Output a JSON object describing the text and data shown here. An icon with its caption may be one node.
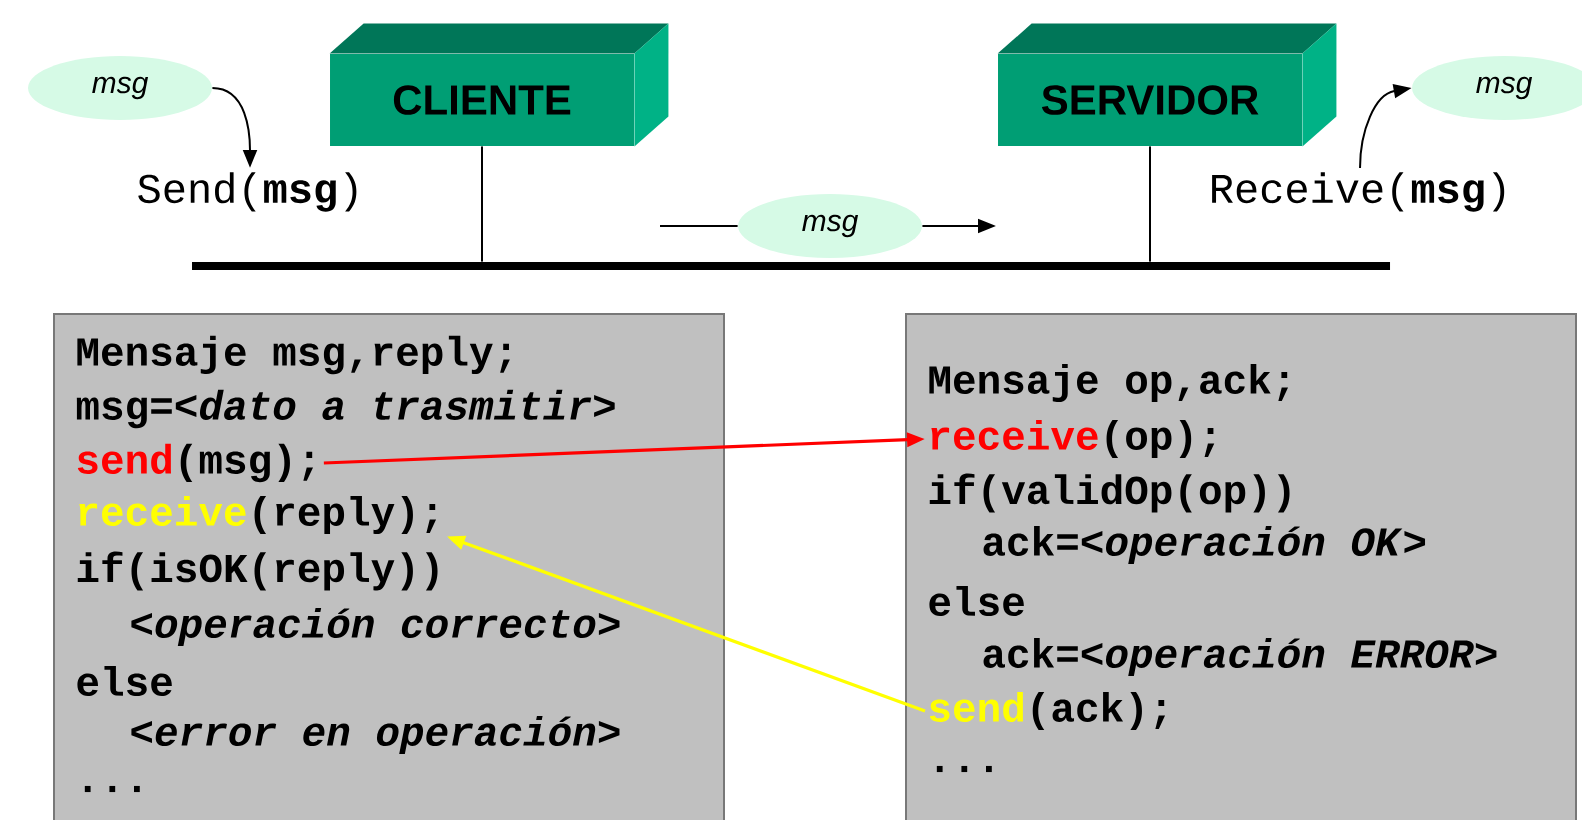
{
  "diagram": {
    "nodes": [
      {
        "text": [
          "msg"
        ]
      },
      {
        "text": [
          "CLIENTE"
        ]
      },
      {
        "text": [
          "SERVIDOR"
        ]
      },
      {
        "text": [
          "msg"
        ]
      },
      {
        "text": [
          "Send(**msg**)"
        ]
      },
      {
        "text": [
          "Receive(**msg**)"
        ]
      },
      {
        "text": [
          "msg"
        ]
      },
      {
        "text": [],
        "shape": "bar"
      },
      {
        "text": [],
        "shape": "box"
      },
      {
        "text": [
          "Mensaje msg,reply;"
        ],
        "in": 8
      },
      {
        "text": [
          "msg=<*dato a trasmitir*>"
        ],
        "in": 8
      },
      {
        "text": [
          "send",
          "(msg);"
        ],
        "in": 8
      },
      {
        "text": [
          "receive",
          "(reply);"
        ],
        "in": 8
      },
      {
        "text": [
          "if(isOK(reply))"
        ],
        "in": 8
      },
      {
        "text": [
          "<*operación correcto*>"
        ],
        "in": 8
      },
      {
        "text": [
          "else"
        ],
        "in": 8
      },
      {
        "text": [
          "<*error en operación*>"
        ],
        "in": 8
      },
      {
        "text": [
          "..."
        ],
        "in": 8
      },
      {
        "text": [],
        "shape": "box"
      },
      {
        "text": [
          "Mensaje op,ack;"
        ],
        "in": 18
      },
      {
        "text": [
          "receive",
          "(op);"
        ],
        "in": 18
      },
      {
        "text": [
          "if(validOp(op))"
        ],
        "in": 18
      },
      {
        "text": [
          "ack=<*operación OK*>"
        ],
        "in": 18
      },
      {
        "text": [
          "else"
        ],
        "in": 18
      },
      {
        "text": [
          "ack=<*operación ERROR*>"
        ],
        "in": 18
      },
      {
        "text": [
          "send",
          "(ack);"
        ],
        "in": 18
      },
      {
        "text": [
          "..."
        ],
        "in": 18
      }
    ],
    "edges": [
      {
        "from": 0,
        "to": 4,
        "arrow": "to"
      },
      {
        "from": 5,
        "to": 3,
        "arrow": "to"
      },
      {
        "from": null,
        "to": 6,
        "arrow": "none"
      },
      {
        "from": 6,
        "to": null,
        "arrow": "to"
      },
      {
        "from": 1,
        "to": 7,
        "arrow": "none"
      },
      {
        "from": 2,
        "to": 7,
        "arrow": "none"
      },
      {
        "from": 11,
        "to": 20,
        "arrow": "to",
        "color": "#ff0000"
      },
      {
        "from": 25,
        "to": 12,
        "arrow": "to",
        "color": "#ffff00"
      }
    ]
  }
}
